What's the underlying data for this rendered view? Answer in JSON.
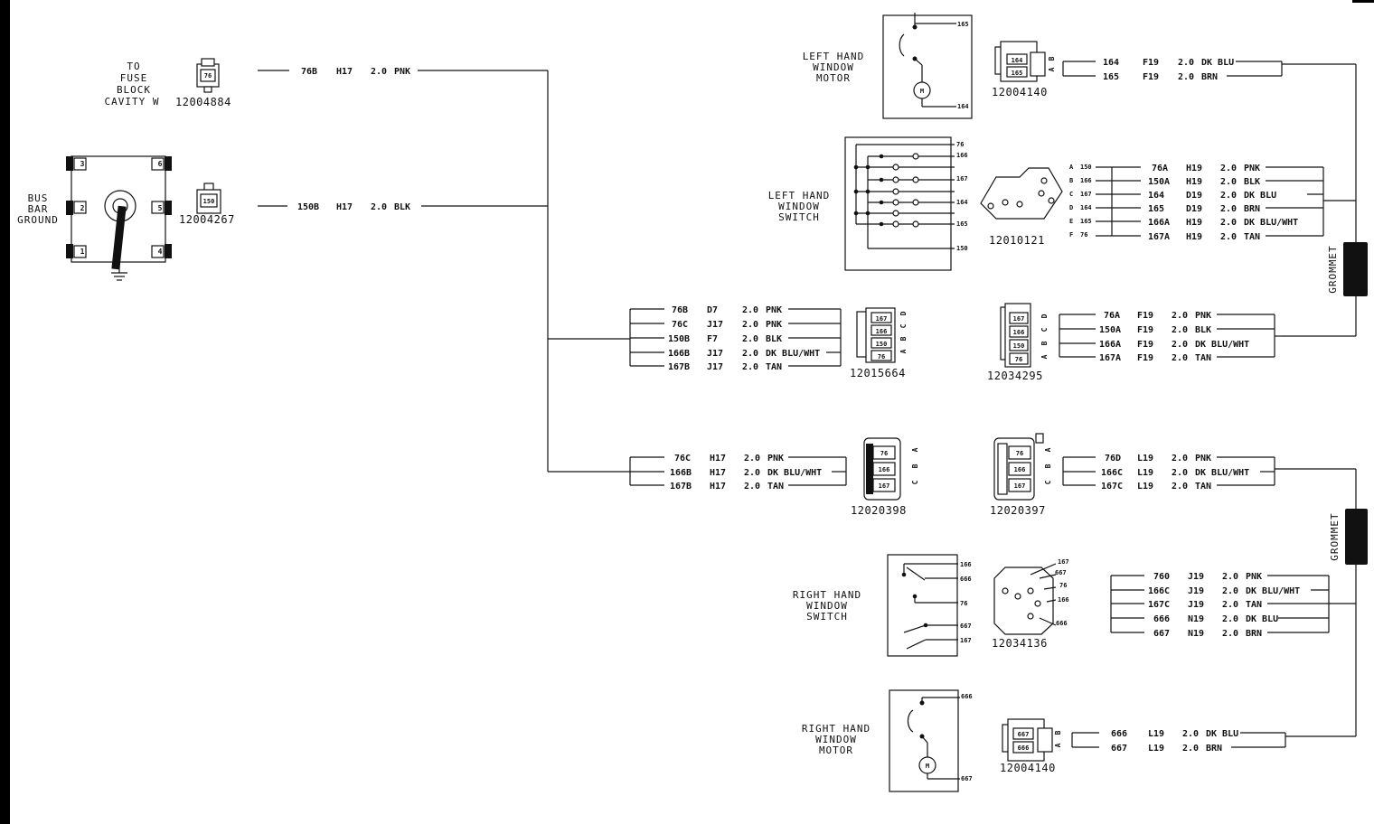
{
  "fuse": {
    "l1": "TO",
    "l2": "FUSE",
    "l3": "BLOCK",
    "l4": "CAVITY W",
    "part": "12004884",
    "pin": "76"
  },
  "bus": {
    "l1": "BUS",
    "l2": "BAR",
    "l3": "GROUND",
    "part": "12004267",
    "pin": "150",
    "t1": "3",
    "t2": "2",
    "t3": "1",
    "t4": "6",
    "t5": "5",
    "t6": "4"
  },
  "wire_fuse": {
    "id": "76B",
    "loc": "H17",
    "gauge": "2.0",
    "color": "PNK"
  },
  "wire_bus": {
    "id": "150B",
    "loc": "H17",
    "gauge": "2.0",
    "color": "BLK"
  },
  "c15664": {
    "part": "12015664",
    "rows": [
      {
        "id": "76B",
        "loc": "D7",
        "gauge": "2.0",
        "color": "PNK"
      },
      {
        "id": "76C",
        "loc": "J17",
        "gauge": "2.0",
        "color": "PNK"
      },
      {
        "id": "150B",
        "loc": "F7",
        "gauge": "2.0",
        "color": "BLK"
      },
      {
        "id": "166B",
        "loc": "J17",
        "gauge": "2.0",
        "color": "DK BLU/WHT"
      },
      {
        "id": "167B",
        "loc": "J17",
        "gauge": "2.0",
        "color": "TAN"
      }
    ],
    "pins": [
      "167",
      "166",
      "150",
      "76"
    ],
    "letters": [
      "D",
      "C",
      "B",
      "A"
    ]
  },
  "c20398": {
    "part": "12020398",
    "rows": [
      {
        "id": "76C",
        "loc": "H17",
        "gauge": "2.0",
        "color": "PNK"
      },
      {
        "id": "166B",
        "loc": "H17",
        "gauge": "2.0",
        "color": "DK BLU/WHT"
      },
      {
        "id": "167B",
        "loc": "H17",
        "gauge": "2.0",
        "color": "TAN"
      }
    ],
    "pins": [
      "76",
      "166",
      "167"
    ],
    "letters": [
      "C",
      "B",
      "A"
    ]
  },
  "lh_motor": {
    "l1": "LEFT HAND",
    "l2": "WINDOW",
    "l3": "MOTOR",
    "top_pin": "165",
    "bot_pin": "164",
    "m": "M"
  },
  "c04140a": {
    "part": "12004140",
    "pins": [
      "164",
      "165"
    ],
    "letters": [
      "B",
      "A"
    ],
    "rows": [
      {
        "id": "164",
        "loc": "F19",
        "gauge": "2.0",
        "color": "DK BLU"
      },
      {
        "id": "165",
        "loc": "F19",
        "gauge": "2.0",
        "color": "BRN"
      }
    ]
  },
  "lh_switch": {
    "l1": "LEFT HAND",
    "l2": "WINDOW",
    "l3": "SWITCH",
    "part": "12010121",
    "pins": [
      "76",
      "166",
      "167",
      "164",
      "165",
      "150"
    ]
  },
  "c10121": {
    "rows": [
      {
        "letter": "A",
        "pin": "150",
        "id": "76A",
        "loc": "H19",
        "gauge": "2.0",
        "color": "PNK"
      },
      {
        "letter": "B",
        "pin": "166",
        "id": "150A",
        "loc": "H19",
        "gauge": "2.0",
        "color": "BLK"
      },
      {
        "letter": "C",
        "pin": "167",
        "id": "164",
        "loc": "D19",
        "gauge": "2.0",
        "color": "DK BLU"
      },
      {
        "letter": "D",
        "pin": "164",
        "id": "165",
        "loc": "D19",
        "gauge": "2.0",
        "color": "BRN"
      },
      {
        "letter": "E",
        "pin": "165",
        "id": "166A",
        "loc": "H19",
        "gauge": "2.0",
        "color": "DK BLU/WHT"
      },
      {
        "letter": "F",
        "pin": "76",
        "id": "167A",
        "loc": "H19",
        "gauge": "2.0",
        "color": "TAN"
      }
    ]
  },
  "c34295": {
    "part": "12034295",
    "pins": [
      "167",
      "166",
      "150",
      "76"
    ],
    "letters": [
      "D",
      "C",
      "B",
      "A"
    ],
    "rows": [
      {
        "id": "76A",
        "loc": "F19",
        "gauge": "2.0",
        "color": "PNK"
      },
      {
        "id": "150A",
        "loc": "F19",
        "gauge": "2.0",
        "color": "BLK"
      },
      {
        "id": "166A",
        "loc": "F19",
        "gauge": "2.0",
        "color": "DK BLU/WHT"
      },
      {
        "id": "167A",
        "loc": "F19",
        "gauge": "2.0",
        "color": "TAN"
      }
    ]
  },
  "grommet1": {
    "label": "GROMMET"
  },
  "c20397": {
    "part": "12020397",
    "pins": [
      "76",
      "166",
      "167"
    ],
    "letters": [
      "C",
      "B",
      "A"
    ],
    "rows": [
      {
        "id": "76D",
        "loc": "L19",
        "gauge": "2.0",
        "color": "PNK"
      },
      {
        "id": "166C",
        "loc": "L19",
        "gauge": "2.0",
        "color": "DK BLU/WHT"
      },
      {
        "id": "167C",
        "loc": "L19",
        "gauge": "2.0",
        "color": "TAN"
      }
    ]
  },
  "grommet2": {
    "label": "GROMMET"
  },
  "rh_switch": {
    "l1": "RIGHT HAND",
    "l2": "WINDOW",
    "l3": "SWITCH",
    "part": "12034136",
    "pins": [
      "166",
      "666",
      "76",
      "667",
      "167"
    ],
    "plug_pins": [
      "167",
      "667",
      "76",
      "166",
      "666"
    ]
  },
  "c34136": {
    "rows": [
      {
        "id": "760",
        "loc": "J19",
        "gauge": "2.0",
        "color": "PNK"
      },
      {
        "id": "166C",
        "loc": "J19",
        "gauge": "2.0",
        "color": "DK BLU/WHT"
      },
      {
        "id": "167C",
        "loc": "J19",
        "gauge": "2.0",
        "color": "TAN"
      },
      {
        "id": "666",
        "loc": "N19",
        "gauge": "2.0",
        "color": "DK BLU"
      },
      {
        "id": "667",
        "loc": "N19",
        "gauge": "2.0",
        "color": "BRN"
      }
    ]
  },
  "rh_motor": {
    "l1": "RIGHT HAND",
    "l2": "WINDOW",
    "l3": "MOTOR",
    "top_pin": "666",
    "bot_pin": "667",
    "m": "M"
  },
  "c04140b": {
    "part": "12004140",
    "pins": [
      "667",
      "666"
    ],
    "letters": [
      "B",
      "A"
    ],
    "rows": [
      {
        "id": "666",
        "loc": "L19",
        "gauge": "2.0",
        "color": "DK BLU"
      },
      {
        "id": "667",
        "loc": "L19",
        "gauge": "2.0",
        "color": "BRN"
      }
    ]
  }
}
